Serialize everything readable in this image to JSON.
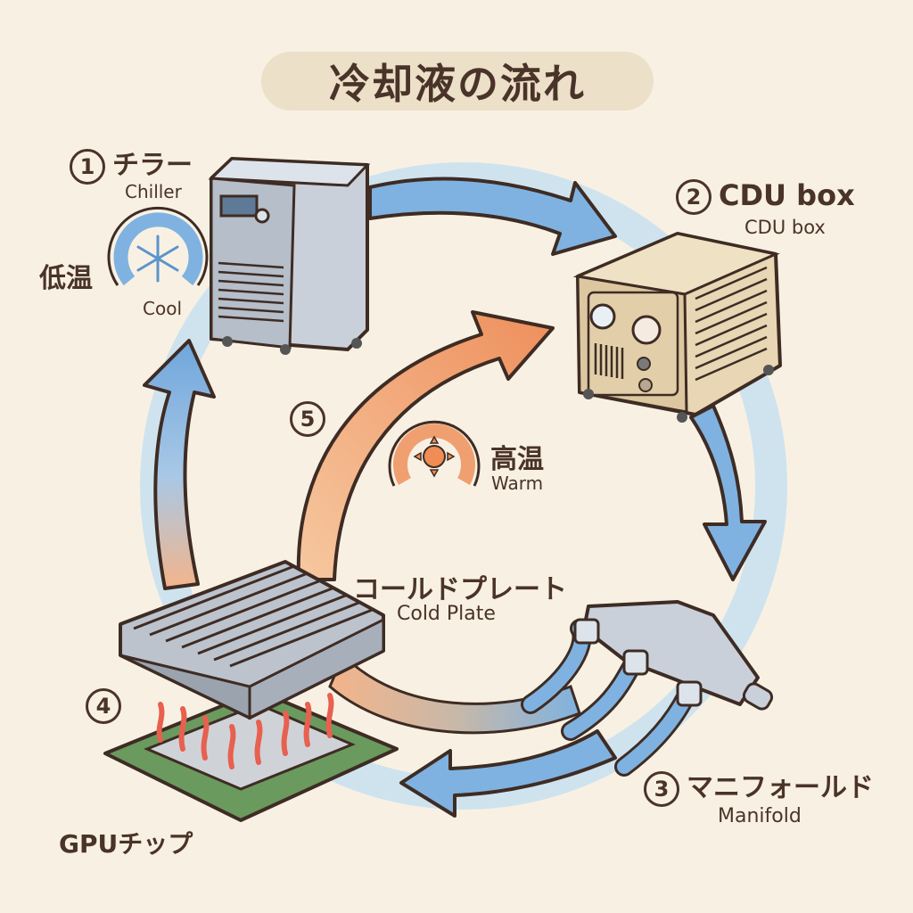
{
  "title": "冷却液の流れ",
  "steps": [
    {
      "number": "1",
      "name_ja": "チラー",
      "name_en": "Chiller"
    },
    {
      "number": "2",
      "name_ja": "CDU box",
      "name_en": "CDU box"
    },
    {
      "number": "3",
      "name_ja": "マニフォールド",
      "name_en": "Manifold"
    },
    {
      "number": "4",
      "name_ja": "GPUチップ",
      "name_en": ""
    },
    {
      "number": "5",
      "name_ja": "",
      "name_en": ""
    }
  ],
  "cold_plate": {
    "name_ja": "コールドプレート",
    "name_en": "Cold Plate"
  },
  "cool_indicator": {
    "label_ja": "低温",
    "label_en": "Cool",
    "icon": "snowflake-icon"
  },
  "warm_indicator": {
    "label_ja": "高温",
    "label_en": "Warm",
    "icon": "sun-icon"
  },
  "colors": {
    "background": "#f8f1e3",
    "cool_flow": "#7fb2e0",
    "warm_flow": "#f0a070",
    "outline": "#4a3328",
    "loop_ring": "#cfe3ef"
  }
}
